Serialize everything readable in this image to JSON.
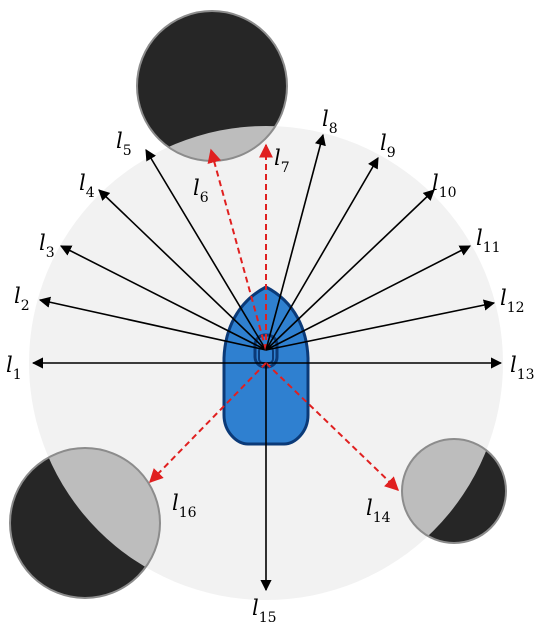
{
  "figure": {
    "colors": {
      "sensor_range": "#f2f2f2",
      "obstacle_dark": "#262626",
      "obstacle_light": "#bdbdbd",
      "obstacle_border": "#8c8c8c",
      "boat_fill": "#2f80d0",
      "boat_stroke": "#0b3a78",
      "ray_clear": "#000000",
      "ray_blocked": "#e02020"
    },
    "icons": {
      "vessel": "boat-icon",
      "obstacle": "circle-obstacle"
    },
    "rays": [
      {
        "id": "l1",
        "base": "l",
        "sub": "1",
        "blocked": false
      },
      {
        "id": "l2",
        "base": "l",
        "sub": "2",
        "blocked": false
      },
      {
        "id": "l3",
        "base": "l",
        "sub": "3",
        "blocked": false
      },
      {
        "id": "l4",
        "base": "l",
        "sub": "4",
        "blocked": false
      },
      {
        "id": "l5",
        "base": "l",
        "sub": "5",
        "blocked": false
      },
      {
        "id": "l6",
        "base": "l",
        "sub": "6",
        "blocked": true
      },
      {
        "id": "l7",
        "base": "l",
        "sub": "7",
        "blocked": true
      },
      {
        "id": "l8",
        "base": "l",
        "sub": "8",
        "blocked": false
      },
      {
        "id": "l9",
        "base": "l",
        "sub": "9",
        "blocked": false
      },
      {
        "id": "l10",
        "base": "l",
        "sub": "10",
        "blocked": false
      },
      {
        "id": "l11",
        "base": "l",
        "sub": "11",
        "blocked": false
      },
      {
        "id": "l12",
        "base": "l",
        "sub": "12",
        "blocked": false
      },
      {
        "id": "l13",
        "base": "l",
        "sub": "13",
        "blocked": false
      },
      {
        "id": "l14",
        "base": "l",
        "sub": "14",
        "blocked": true
      },
      {
        "id": "l15",
        "base": "l",
        "sub": "15",
        "blocked": false
      },
      {
        "id": "l16",
        "base": "l",
        "sub": "16",
        "blocked": true
      }
    ]
  }
}
